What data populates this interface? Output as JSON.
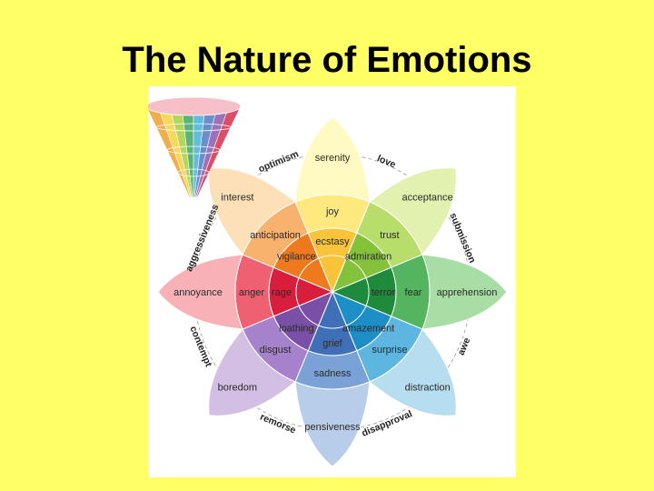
{
  "slide": {
    "title": "The Nature of Emotions"
  },
  "wheel": {
    "petals": [
      {
        "name": "joy",
        "angle": 0,
        "light": "serenity",
        "basic": "joy",
        "intense": "ecstasy",
        "colors": [
          "#fff9c2",
          "#ffe97e",
          "#f9c43a"
        ]
      },
      {
        "name": "trust",
        "angle": 45,
        "light": "acceptance",
        "basic": "trust",
        "intense": "admiration",
        "colors": [
          "#e2f0b0",
          "#b7dd6a",
          "#84c23a"
        ]
      },
      {
        "name": "fear",
        "angle": 90,
        "light": "apprehension",
        "basic": "fear",
        "intense": "terror",
        "colors": [
          "#a8dea6",
          "#54b460",
          "#1f8a3c"
        ]
      },
      {
        "name": "surprise",
        "angle": 135,
        "light": "distraction",
        "basic": "surprise",
        "intense": "amazement",
        "colors": [
          "#b6def0",
          "#5db6e0",
          "#1d8ec6"
        ]
      },
      {
        "name": "sadness",
        "angle": 180,
        "light": "pensiveness",
        "basic": "sadness",
        "intense": "grief",
        "colors": [
          "#b8cdea",
          "#7ba2d6",
          "#3f6fb6"
        ]
      },
      {
        "name": "disgust",
        "angle": 225,
        "light": "boredom",
        "basic": "disgust",
        "intense": "loathing",
        "colors": [
          "#d4bfe4",
          "#a682cc",
          "#7a4fa8"
        ]
      },
      {
        "name": "anger",
        "angle": 270,
        "light": "annoyance",
        "basic": "anger",
        "intense": "rage",
        "colors": [
          "#f8b2b7",
          "#ee6072",
          "#d81e3c"
        ]
      },
      {
        "name": "anticipation",
        "angle": 315,
        "light": "interest",
        "basic": "anticipation",
        "intense": "vigilance",
        "colors": [
          "#fde0b8",
          "#f9b26e",
          "#ef7a1e"
        ]
      }
    ],
    "dyads": [
      {
        "text": "love",
        "angle": 22.5
      },
      {
        "text": "submission",
        "angle": 67.5
      },
      {
        "text": "awe",
        "angle": 112.5
      },
      {
        "text": "disapproval",
        "angle": 157.5
      },
      {
        "text": "remorse",
        "angle": 202.5
      },
      {
        "text": "contempt",
        "angle": 247.5
      },
      {
        "text": "aggressiveness",
        "angle": 292.5
      },
      {
        "text": "optimism",
        "angle": 337.5
      }
    ]
  }
}
